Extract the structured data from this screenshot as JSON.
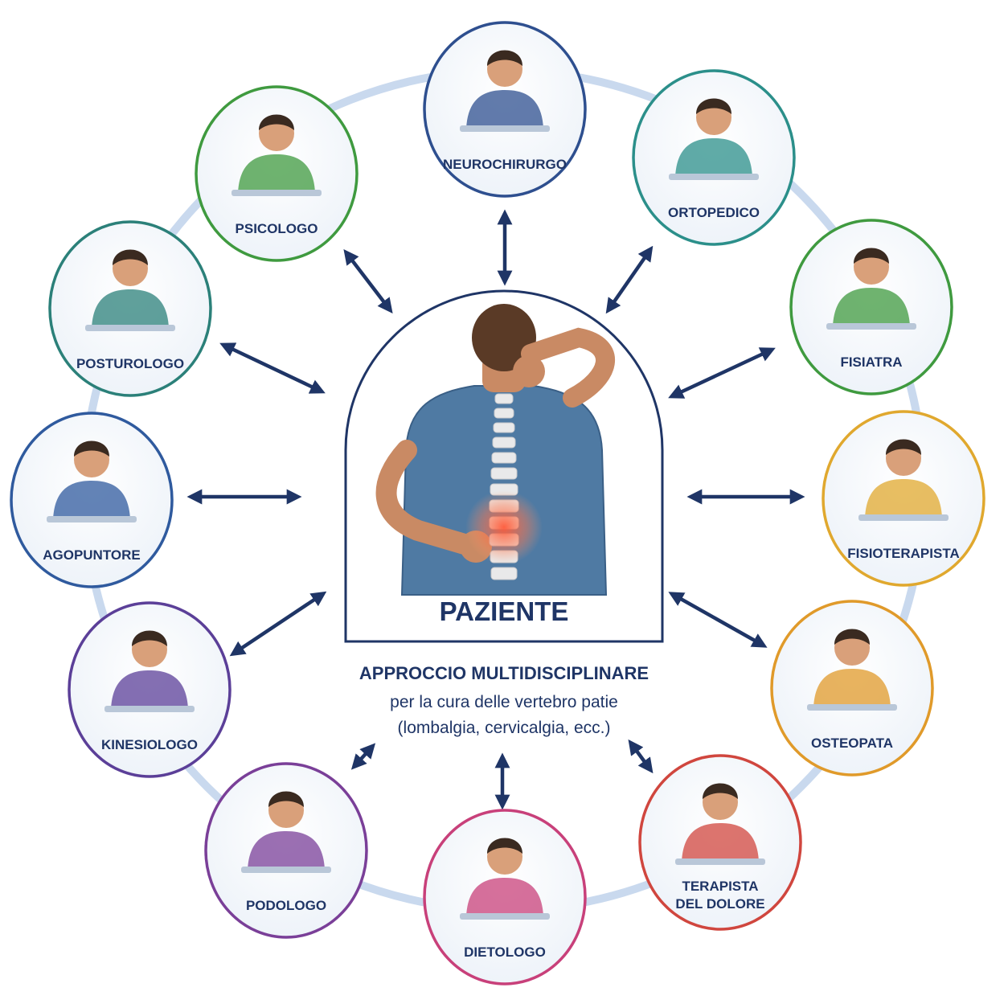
{
  "center": {
    "label": "PAZIENTE",
    "caption_title": "APPROCCIO MULTIDISCIPLINARE",
    "caption_line1": "per la cura delle vertebro patie",
    "caption_line2": "(lombalgia, cervicalgia, ecc.)"
  },
  "colors": {
    "navy": "#1f3566",
    "ring": "#c9d9ee",
    "spine_pain": "#e8482f"
  },
  "specialists": [
    {
      "id": "neurochirurgo",
      "lines": [
        "NEUROCHIRURGO"
      ],
      "color": "#2e4f8f",
      "icon": "surgeon-icon"
    },
    {
      "id": "ortopedico",
      "lines": [
        "ORTOPEDICO"
      ],
      "color": "#2b8f8a",
      "icon": "spine-model-icon"
    },
    {
      "id": "fisiatra",
      "lines": [
        "FISIATRA"
      ],
      "color": "#3f9a3f",
      "icon": "doctor-writing-icon"
    },
    {
      "id": "fisioterapista",
      "lines": [
        "FISIOTERAPISTA"
      ],
      "color": "#e0a82e",
      "icon": "physiotherapy-icon"
    },
    {
      "id": "osteopata",
      "lines": [
        "OSTEOPATA"
      ],
      "color": "#e09a2a",
      "icon": "osteopathy-icon"
    },
    {
      "id": "terapista-del-dolore",
      "lines": [
        "TERAPISTA",
        "DEL DOLORE"
      ],
      "color": "#d0463e",
      "icon": "pain-therapy-icon"
    },
    {
      "id": "dietologo",
      "lines": [
        "DIETOLOGO"
      ],
      "color": "#c8407a",
      "icon": "nutrition-icon"
    },
    {
      "id": "podologo",
      "lines": [
        "PODOLOGO"
      ],
      "color": "#7a3f98",
      "icon": "foot-icon"
    },
    {
      "id": "kinesiologo",
      "lines": [
        "KINESIOLOGO"
      ],
      "color": "#5b3f98",
      "icon": "trainer-icon"
    },
    {
      "id": "agopuntore",
      "lines": [
        "AGOPUNTORE"
      ],
      "color": "#2f5a9e",
      "icon": "acupuncture-icon"
    },
    {
      "id": "posturologo",
      "lines": [
        "POSTUROLOGO"
      ],
      "color": "#2b8079",
      "icon": "posture-icon"
    },
    {
      "id": "psicologo",
      "lines": [
        "PSICOLOGO"
      ],
      "color": "#3f9a3f",
      "icon": "psychologist-icon"
    }
  ]
}
